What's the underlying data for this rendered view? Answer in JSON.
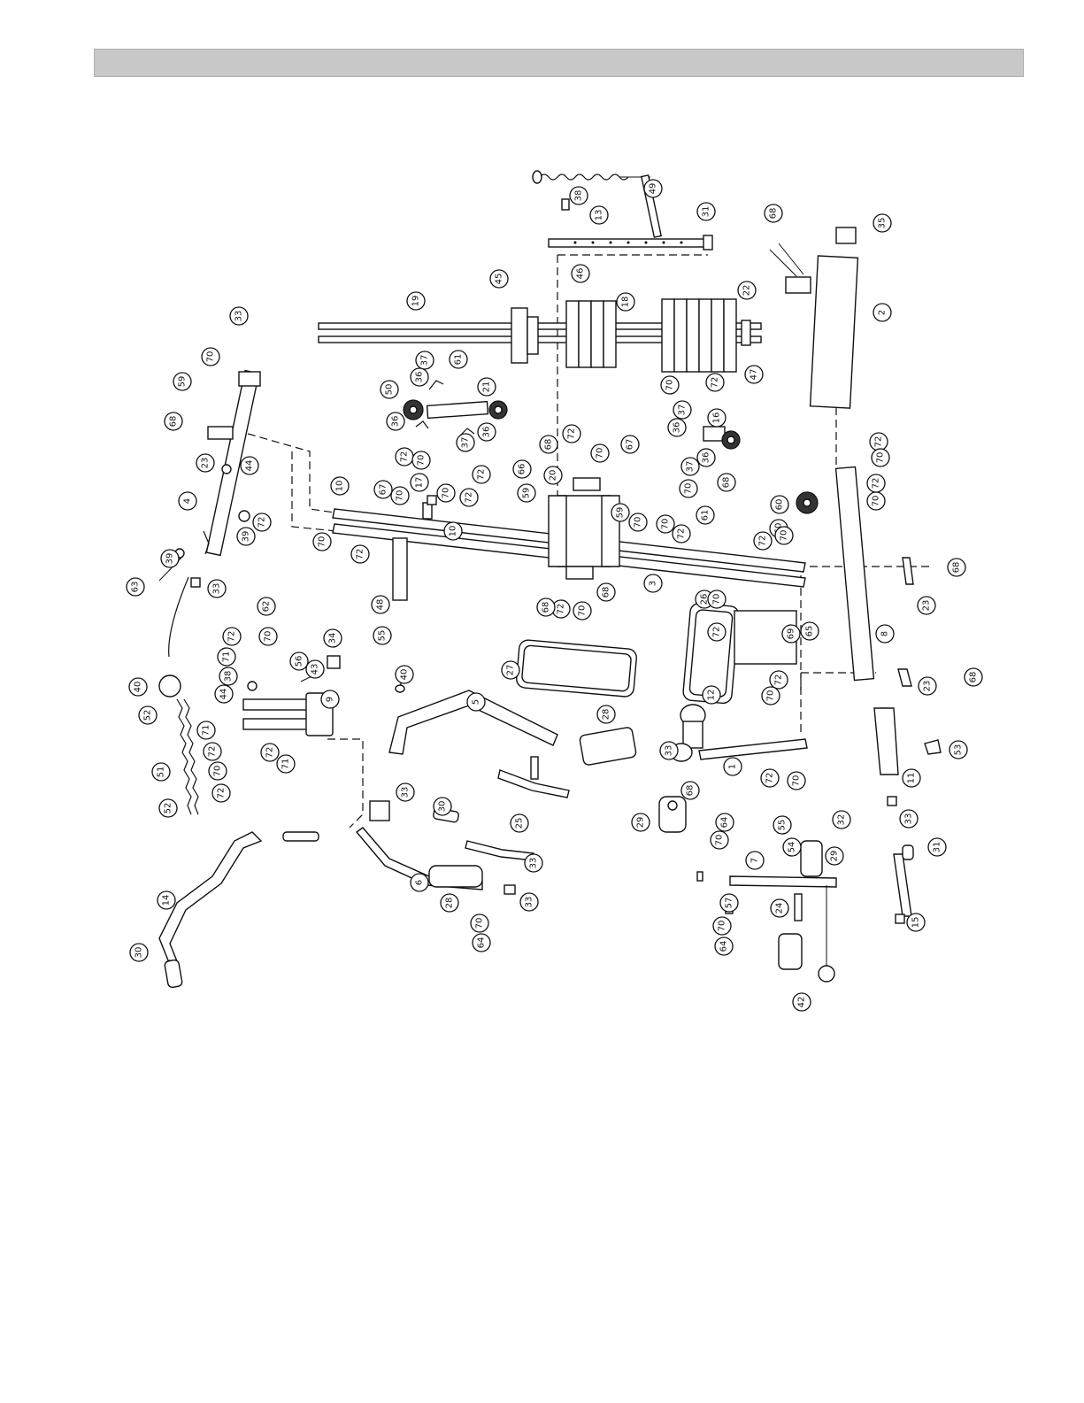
{
  "page": {
    "header_bar_color": "#c8c8c8"
  },
  "diagram": {
    "callouts": [
      {
        "label": "49"
      },
      {
        "label": "38"
      },
      {
        "label": "13"
      },
      {
        "label": "31"
      },
      {
        "label": "68"
      },
      {
        "label": "35"
      },
      {
        "label": "19"
      },
      {
        "label": "45"
      },
      {
        "label": "46"
      },
      {
        "label": "18"
      },
      {
        "label": "22"
      },
      {
        "label": "2"
      },
      {
        "label": "47"
      },
      {
        "label": "33"
      },
      {
        "label": "70"
      },
      {
        "label": "59"
      },
      {
        "label": "37"
      },
      {
        "label": "36"
      },
      {
        "label": "61"
      },
      {
        "label": "21"
      },
      {
        "label": "50"
      },
      {
        "label": "36"
      },
      {
        "label": "36"
      },
      {
        "label": "72"
      },
      {
        "label": "70"
      },
      {
        "label": "37"
      },
      {
        "label": "72"
      },
      {
        "label": "70"
      },
      {
        "label": "72"
      },
      {
        "label": "37"
      },
      {
        "label": "16"
      },
      {
        "label": "36"
      },
      {
        "label": "36"
      },
      {
        "label": "37"
      },
      {
        "label": "70"
      },
      {
        "label": "61"
      },
      {
        "label": "68"
      },
      {
        "label": "68"
      },
      {
        "label": "23"
      },
      {
        "label": "44"
      },
      {
        "label": "4"
      },
      {
        "label": "39"
      },
      {
        "label": "39"
      },
      {
        "label": "72"
      },
      {
        "label": "63"
      },
      {
        "label": "10"
      },
      {
        "label": "67"
      },
      {
        "label": "70"
      },
      {
        "label": "17"
      },
      {
        "label": "70"
      },
      {
        "label": "72"
      },
      {
        "label": "10"
      },
      {
        "label": "70"
      },
      {
        "label": "72"
      },
      {
        "label": "48"
      },
      {
        "label": "55"
      },
      {
        "label": "66"
      },
      {
        "label": "59"
      },
      {
        "label": "68"
      },
      {
        "label": "72"
      },
      {
        "label": "20"
      },
      {
        "label": "70"
      },
      {
        "label": "67"
      },
      {
        "label": "59"
      },
      {
        "label": "70"
      },
      {
        "label": "70"
      },
      {
        "label": "72"
      },
      {
        "label": "3"
      },
      {
        "label": "68"
      },
      {
        "label": "72"
      },
      {
        "label": "70"
      },
      {
        "label": "68"
      },
      {
        "label": "72"
      },
      {
        "label": "70"
      },
      {
        "label": "72"
      },
      {
        "label": "70"
      },
      {
        "label": "60"
      },
      {
        "label": "60"
      },
      {
        "label": "72"
      },
      {
        "label": "70"
      },
      {
        "label": "68"
      },
      {
        "label": "23"
      },
      {
        "label": "8"
      },
      {
        "label": "23"
      },
      {
        "label": "68"
      },
      {
        "label": "26"
      },
      {
        "label": "69"
      },
      {
        "label": "65"
      },
      {
        "label": "72"
      },
      {
        "label": "70"
      },
      {
        "label": "70"
      },
      {
        "label": "72"
      },
      {
        "label": "12"
      },
      {
        "label": "27"
      },
      {
        "label": "33"
      },
      {
        "label": "62"
      },
      {
        "label": "72"
      },
      {
        "label": "70"
      },
      {
        "label": "34"
      },
      {
        "label": "71"
      },
      {
        "label": "43"
      },
      {
        "label": "38"
      },
      {
        "label": "56"
      },
      {
        "label": "44"
      },
      {
        "label": "40"
      },
      {
        "label": "9"
      },
      {
        "label": "52"
      },
      {
        "label": "71"
      },
      {
        "label": "72"
      },
      {
        "label": "72"
      },
      {
        "label": "71"
      },
      {
        "label": "51"
      },
      {
        "label": "70"
      },
      {
        "label": "72"
      },
      {
        "label": "52"
      },
      {
        "label": "40"
      },
      {
        "label": "5"
      },
      {
        "label": "28"
      },
      {
        "label": "33"
      },
      {
        "label": "1"
      },
      {
        "label": "72"
      },
      {
        "label": "70"
      },
      {
        "label": "68"
      },
      {
        "label": "11"
      },
      {
        "label": "53"
      },
      {
        "label": "33"
      },
      {
        "label": "33"
      },
      {
        "label": "30"
      },
      {
        "label": "25"
      },
      {
        "label": "29"
      },
      {
        "label": "64"
      },
      {
        "label": "70"
      },
      {
        "label": "55"
      },
      {
        "label": "54"
      },
      {
        "label": "32"
      },
      {
        "label": "29"
      },
      {
        "label": "31"
      },
      {
        "label": "14"
      },
      {
        "label": "6"
      },
      {
        "label": "28"
      },
      {
        "label": "33"
      },
      {
        "label": "70"
      },
      {
        "label": "64"
      },
      {
        "label": "33"
      },
      {
        "label": "7"
      },
      {
        "label": "57"
      },
      {
        "label": "24"
      },
      {
        "label": "70"
      },
      {
        "label": "64"
      },
      {
        "label": "15"
      },
      {
        "label": "30"
      },
      {
        "label": "42"
      }
    ]
  }
}
